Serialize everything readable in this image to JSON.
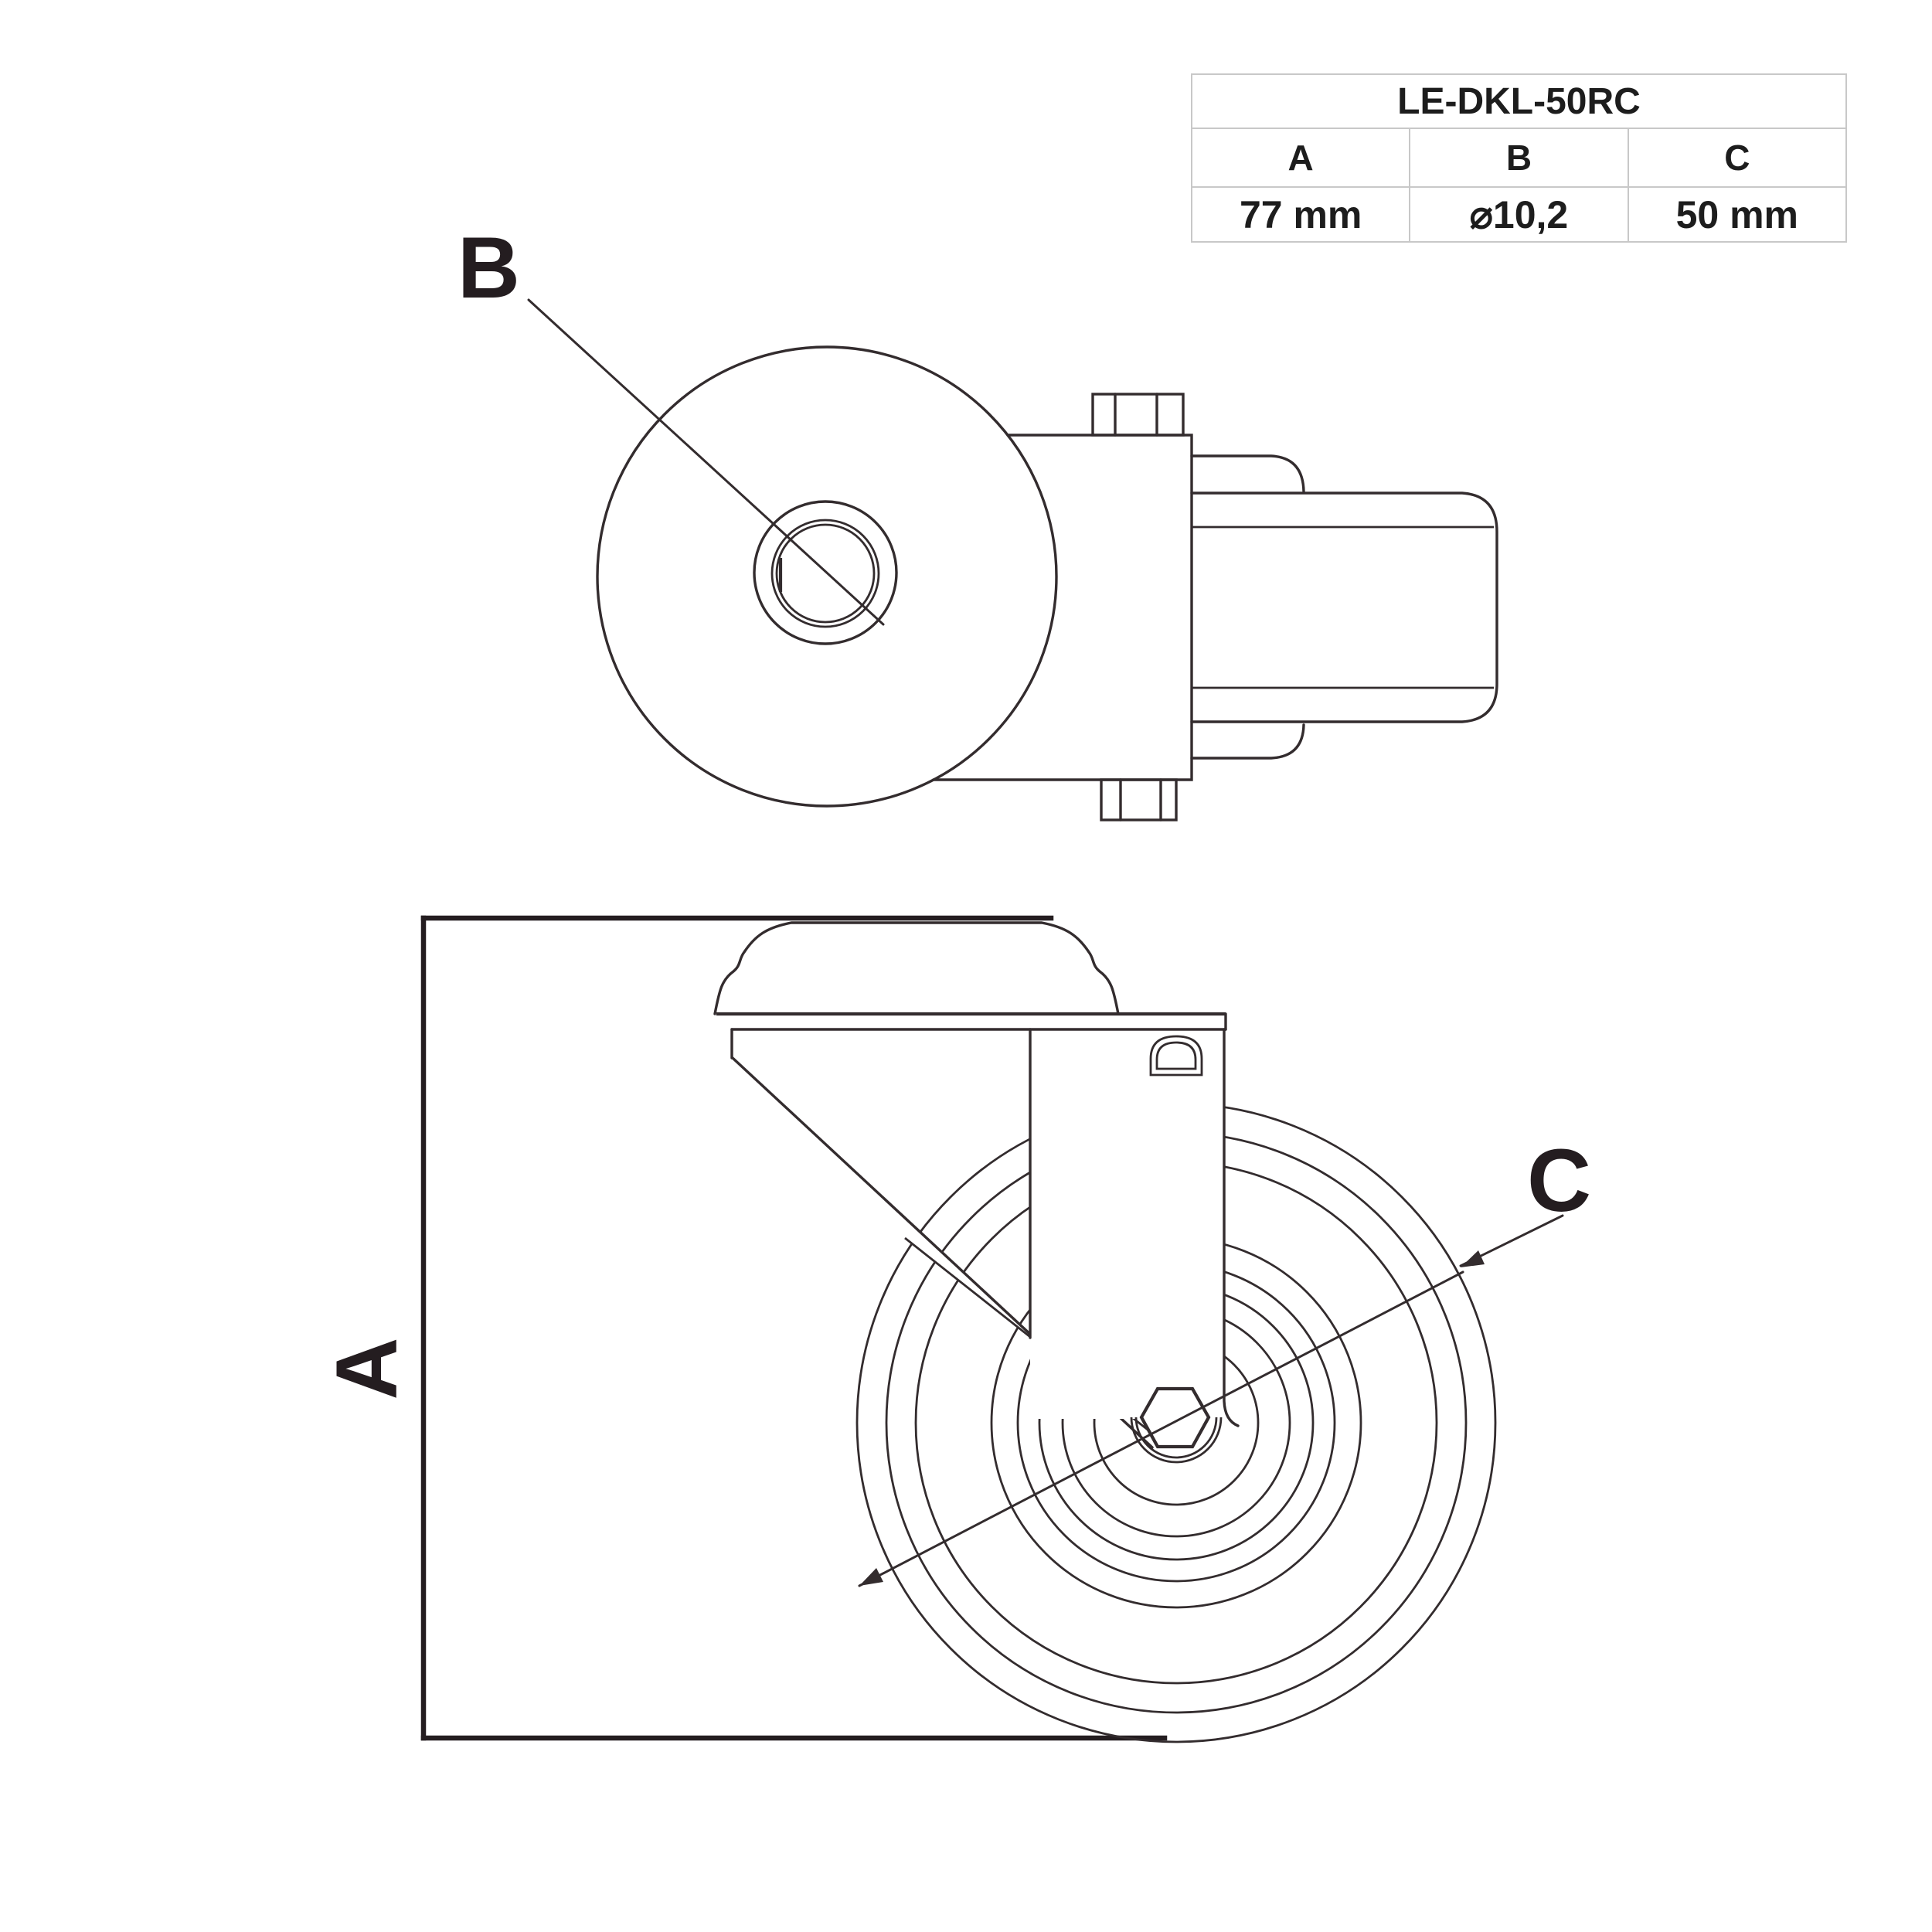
{
  "table": {
    "model": "LE-DKL-50RC",
    "columns": [
      "A",
      "B",
      "C"
    ],
    "values": [
      "77 mm",
      "⌀10,2",
      "50 mm"
    ]
  },
  "labels": {
    "a": "A",
    "b": "B",
    "c": "C"
  },
  "colors": {
    "line": "#332c2e",
    "dimension": "#241d20",
    "table_border": "#c8c8c8",
    "text": "#1d1d1d",
    "background": "#ffffff"
  }
}
